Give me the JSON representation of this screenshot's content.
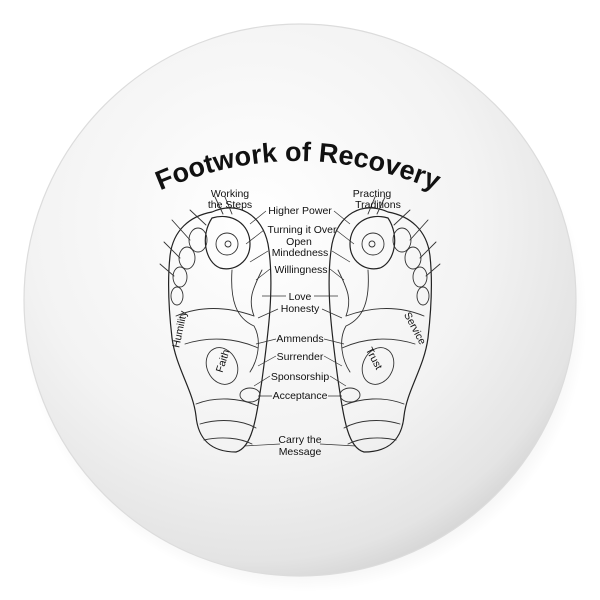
{
  "title": "Footwork of Recovery",
  "left_labels": {
    "working_steps_1": "Working",
    "working_steps_2": "the Steps",
    "humility": "Humility",
    "faith": "Faith"
  },
  "right_labels": {
    "practing_traditions_1": "Practing",
    "practing_traditions_2": "Traditions",
    "service": "Service",
    "trust": "Trust"
  },
  "center_labels": {
    "higher_power": "Higher Power",
    "turning_it_over": "Turning it Over",
    "open_mindedness_1": "Open",
    "open_mindedness_2": "Mindedness",
    "willingness": "Willingness",
    "love": "Love",
    "honesty": "Honesty",
    "ammends": "Ammends",
    "surrender": "Surrender",
    "sponsorship": "Sponsorship",
    "acceptance": "Acceptance",
    "carry_the_message_1": "Carry the",
    "carry_the_message_2": "Message"
  },
  "colors": {
    "button_light": "#ffffff",
    "button_mid": "#f1f1f1",
    "button_edge": "#d8d8d8",
    "background": "#ffffff",
    "ink": "#111111"
  }
}
